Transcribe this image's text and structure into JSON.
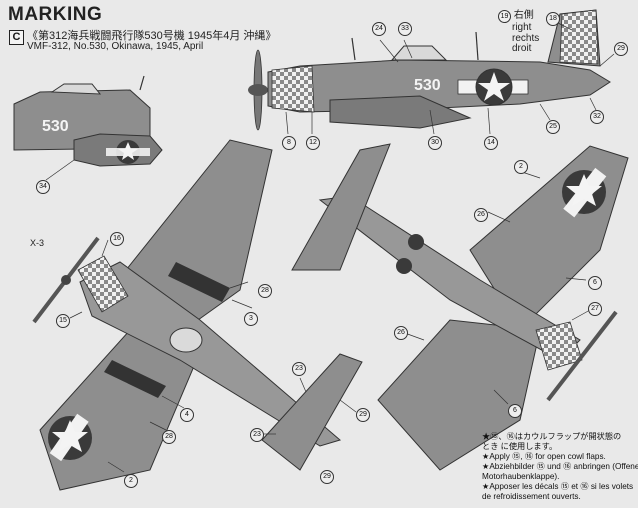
{
  "header": {
    "title": "MARKING",
    "section_letter": "C",
    "subtitle_jp": "《第312海兵戦闘飛行隊530号機 1945年4月 沖縄》",
    "subtitle_en": "VMF-312, No.530, Okinawa, 1945, April"
  },
  "side_view": {
    "side_label_num": "19",
    "side_label_jp": "右側",
    "side_label_lines": [
      "right",
      "rechts",
      "droit"
    ],
    "aircraft_number": "530"
  },
  "callouts": {
    "c2a": "2",
    "c2b": "2",
    "c3": "3",
    "c4": "4",
    "c6a": "6",
    "c6b": "6",
    "c8": "8",
    "c12": "12",
    "c14": "14",
    "c15": "15",
    "c16": "16",
    "c18": "18",
    "c19": "19",
    "c23a": "23",
    "c23b": "23",
    "c24": "24",
    "c25": "25",
    "c26a": "26",
    "c26b": "26",
    "c27": "27",
    "c28a": "28",
    "c28b": "28",
    "c29a": "29",
    "c29b": "29",
    "c29c": "29",
    "c30": "30",
    "c32": "32",
    "c33": "33",
    "c34": "34"
  },
  "labels": {
    "x3": "X-3"
  },
  "notes": [
    "★⑮、⑯はカウルフラップが開状態の",
    "とき に使用します。",
    "★Apply ⑮, ⑯ for open cowl flaps.",
    "★Abziehbilder ⑮ und ⑯ anbringen (Offene",
    "Motorhaubenklappe).",
    "★Apposer les décals ⑮ et ⑯ si les volets",
    "de refroidissement ouverts."
  ],
  "colors": {
    "aircraft_gray": "#8c8c8c",
    "aircraft_dark": "#6f6f6f",
    "roundel_dark": "#3a3a3a",
    "background": "#e9e9e9"
  }
}
